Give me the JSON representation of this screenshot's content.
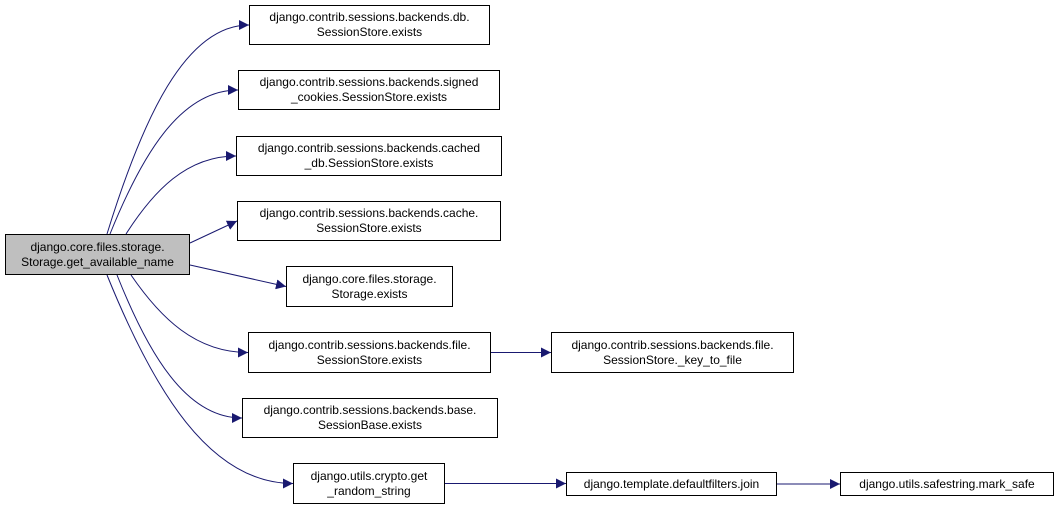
{
  "colors": {
    "edge": "#191970",
    "root_fill": "#bfbfbf",
    "node_fill": "#ffffff",
    "border": "#000000"
  },
  "nodes": {
    "root": {
      "line1": "django.core.files.storage.",
      "line2": "Storage.get_available_name"
    },
    "db_exists": {
      "line1": "django.contrib.sessions.backends.db.",
      "line2": "SessionStore.exists"
    },
    "signed_cookies_exists": {
      "line1": "django.contrib.sessions.backends.signed",
      "line2": "_cookies.SessionStore.exists"
    },
    "cached_db_exists": {
      "line1": "django.contrib.sessions.backends.cached",
      "line2": "_db.SessionStore.exists"
    },
    "cache_exists": {
      "line1": "django.contrib.sessions.backends.cache.",
      "line2": "SessionStore.exists"
    },
    "storage_exists": {
      "line1": "django.core.files.storage.",
      "line2": "Storage.exists"
    },
    "file_exists": {
      "line1": "django.contrib.sessions.backends.file.",
      "line2": "SessionStore.exists"
    },
    "key_to_file": {
      "line1": "django.contrib.sessions.backends.file.",
      "line2": "SessionStore._key_to_file"
    },
    "base_exists": {
      "line1": "django.contrib.sessions.backends.base.",
      "line2": "SessionBase.exists"
    },
    "get_random_string": {
      "line1": "django.utils.crypto.get",
      "line2": "_random_string"
    },
    "join": {
      "line1": "django.template.defaultfilters.join"
    },
    "mark_safe": {
      "line1": "django.utils.safestring.mark_safe"
    }
  },
  "edges": [
    [
      "root",
      "db_exists"
    ],
    [
      "root",
      "signed_cookies_exists"
    ],
    [
      "root",
      "cached_db_exists"
    ],
    [
      "root",
      "cache_exists"
    ],
    [
      "root",
      "storage_exists"
    ],
    [
      "root",
      "file_exists"
    ],
    [
      "root",
      "base_exists"
    ],
    [
      "root",
      "get_random_string"
    ],
    [
      "file_exists",
      "key_to_file"
    ],
    [
      "get_random_string",
      "join"
    ],
    [
      "join",
      "mark_safe"
    ]
  ]
}
